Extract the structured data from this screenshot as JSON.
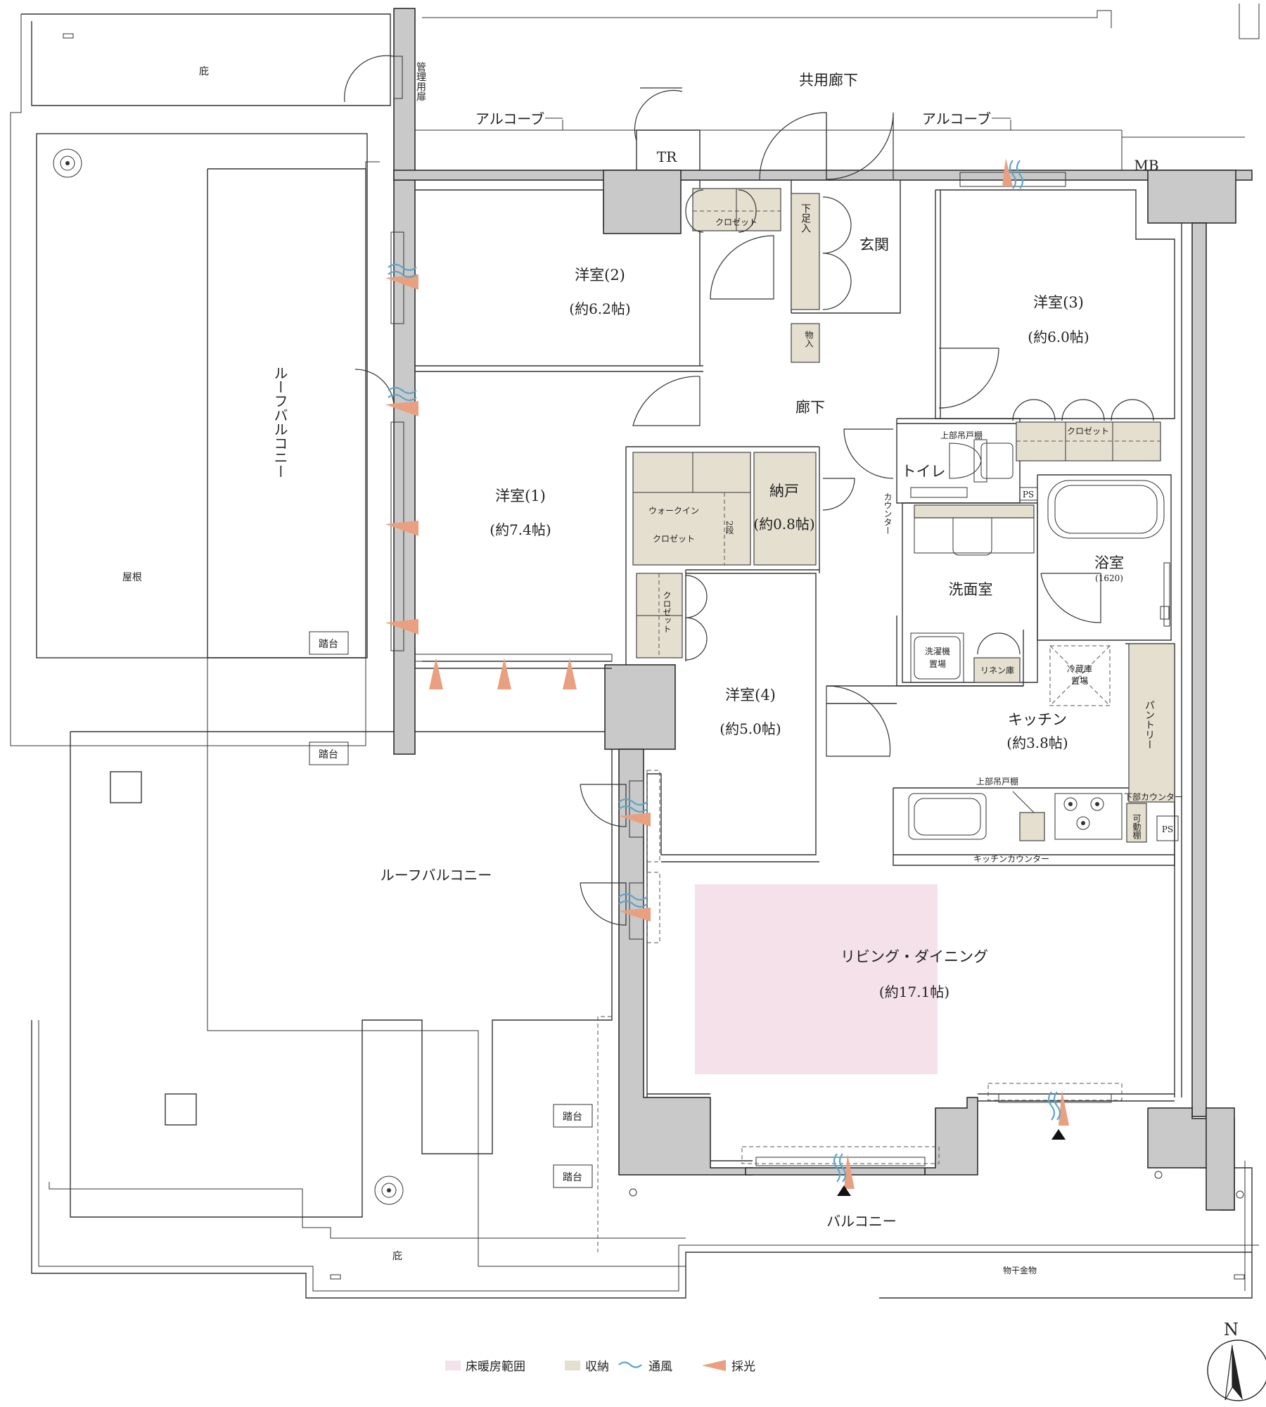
{
  "labels": {
    "corridor": "共用廊下",
    "alcove_left": "アルコーブ",
    "alcove_right": "アルコーブ",
    "tr": "TR",
    "mb": "MB",
    "mgmt_door": "管理用扉",
    "eaves_top": "庇",
    "eaves_bottom": "庇",
    "roof": "屋根",
    "roof_balcony_upper": "ルーフバルコニー",
    "roof_balcony_lower": "ルーフバルコニー",
    "step_1": "踏台",
    "step_2": "踏台",
    "step_3": "踏台",
    "step_4": "踏台",
    "balcony": "バルコニー",
    "drying_hardware": "物干金物",
    "entrance": "玄関",
    "shoe_box": "下足入",
    "storage_small": "物入",
    "hallway": "廊下",
    "closet_r2": "クロゼット",
    "closet_r3": "クロゼット",
    "closet_r4": "クロゼット",
    "walkin_1": "ウォークイン",
    "walkin_2": "クロゼット",
    "two_tier": "2段",
    "nando": "納戸",
    "nando_area": "(約0.8帖)",
    "upper_shelf_toilet": "上部吊戸棚",
    "toilet": "トイレ",
    "counter": "カウンター",
    "ps_1": "PS",
    "ps_2": "PS",
    "bath": "浴室",
    "bath_size": "(1620)",
    "washroom": "洗面室",
    "washer_1": "洗濯機",
    "washer_2": "置場",
    "linen": "リネン庫",
    "fridge_1": "冷蔵庫",
    "fridge_2": "置場",
    "pantry": "パントリー",
    "kitchen": "キッチン",
    "kitchen_area": "(約3.8帖)",
    "upper_shelf_kitchen": "上部吊戸棚",
    "lower_counter": "下部カウンター",
    "movable_shelf": "可動棚",
    "kitchen_counter": "キッチンカウンター",
    "north": "N"
  },
  "rooms": {
    "r1": {
      "name": "洋室(1)",
      "area": "(約7.4帖)"
    },
    "r2": {
      "name": "洋室(2)",
      "area": "(約6.2帖)"
    },
    "r3": {
      "name": "洋室(3)",
      "area": "(約6.0帖)"
    },
    "r4": {
      "name": "洋室(4)",
      "area": "(約5.0帖)"
    },
    "ld": {
      "name": "リビング・ダイニング",
      "area": "(約17.1帖)"
    }
  },
  "legend": {
    "heating": "床暖房範囲",
    "storage": "収納",
    "ventilation": "通風",
    "daylight": "採光"
  },
  "colors": {
    "heating": "#f4e1ea",
    "storage": "#e5dfcf",
    "ventilation": "#5aa7c9",
    "daylight": "#e8a080",
    "wall": "#c9c9c9"
  }
}
